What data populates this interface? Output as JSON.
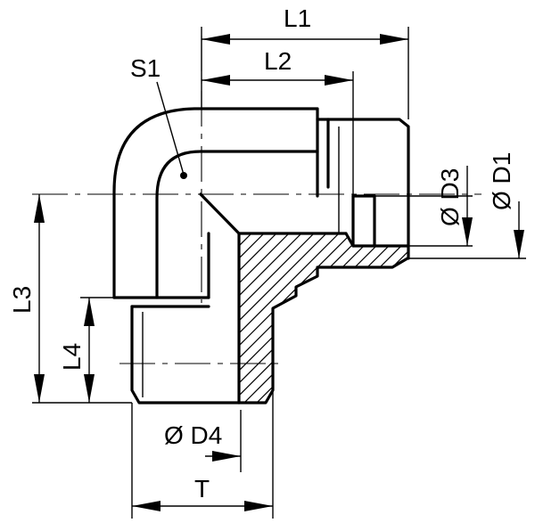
{
  "drawing": {
    "labels": {
      "L1": "L1",
      "L2": "L2",
      "L3": "L3",
      "L4": "L4",
      "S1": "S1",
      "D1": "Ø D1",
      "D3": "Ø D3",
      "D4": "Ø D4",
      "T": "T"
    }
  }
}
